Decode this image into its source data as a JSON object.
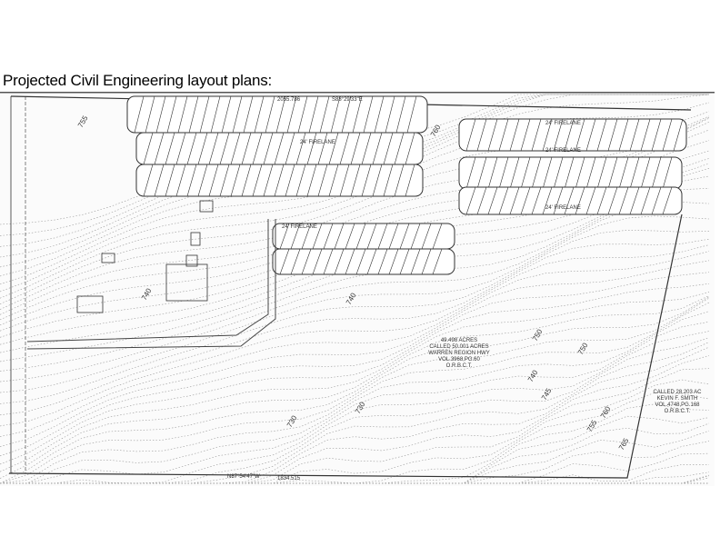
{
  "page": {
    "title": "Projected Civil Engineering layout plans:"
  },
  "drawing": {
    "labels": {
      "north_distance": "2055.786",
      "north_bearing": "S88°29'33\"E",
      "south_bearing": "N87°54'47\"W",
      "south_distance": "1834.515",
      "parcel": [
        "49.498 ACRES",
        "CALLED 50.001 ACRES",
        "WARREN REGION HWY",
        "VOL.3968,PG.60",
        "O.R.B.C.T."
      ],
      "adjacent": [
        "CALLED 28.203 AC",
        "KEVIN F. SMITH",
        "VOL.4748,PG.168",
        "O.R.B.C.T."
      ],
      "firelane": "24' FIRELANE",
      "contours": [
        "755",
        "760",
        "740",
        "730",
        "730",
        "740",
        "745",
        "750",
        "755",
        "760",
        "765",
        "740",
        "750"
      ]
    }
  }
}
